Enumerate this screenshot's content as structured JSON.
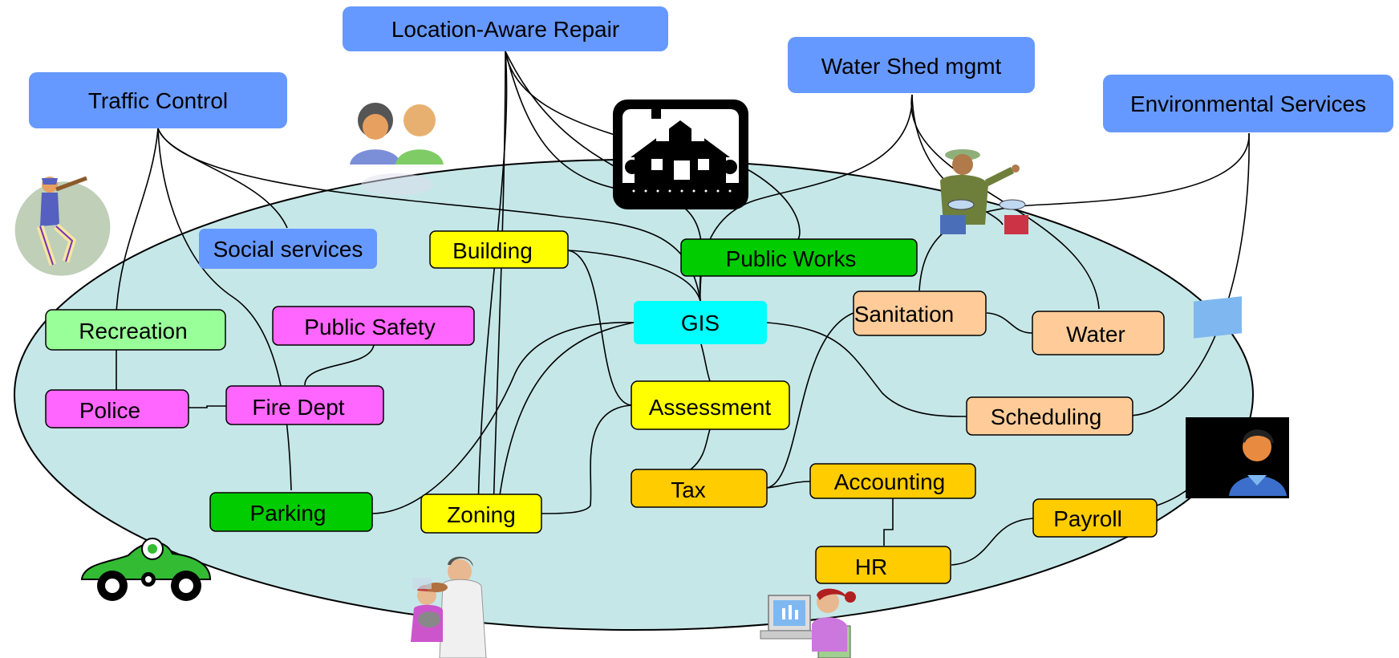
{
  "services": {
    "traffic_control": "Traffic Control",
    "location_aware_repair": "Location-Aware Repair",
    "water_shed_mgmt": "Water Shed mgmt",
    "environmental_services": "Environmental Services"
  },
  "departments": {
    "social_services": "Social services",
    "building": "Building",
    "public_works": "Public Works",
    "recreation": "Recreation",
    "public_safety": "Public Safety",
    "gis": "GIS",
    "sanitation": "Sanitation",
    "water": "Water",
    "police": "Police",
    "fire_dept": "Fire Dept",
    "assessment": "Assessment",
    "scheduling": "Scheduling",
    "parking": "Parking",
    "zoning": "Zoning",
    "tax": "Tax",
    "accounting": "Accounting",
    "payroll": "Payroll",
    "hr": "HR"
  },
  "colors": {
    "service_blue": "#6699FF",
    "ellipse_fill": "#C6E7E8",
    "social_blue": "#6699FF",
    "green_light": "#99FF99",
    "green": "#00CC00",
    "magenta": "#FF66FF",
    "yellow": "#FFFF00",
    "cyan": "#00FFFF",
    "peach": "#FFCC99",
    "gold": "#FFCC00"
  },
  "icons": [
    "people-icon",
    "house-icon",
    "baseball-player-icon",
    "park-ranger-icon",
    "computer-user-icon",
    "race-car-icon",
    "vet-with-pets-icon",
    "office-worker-icon"
  ]
}
